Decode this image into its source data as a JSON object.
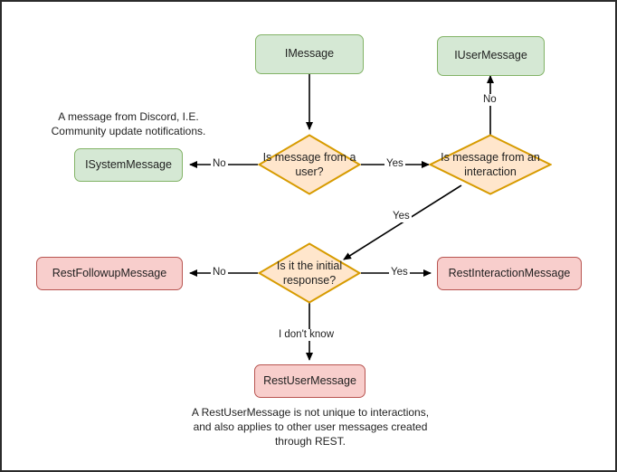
{
  "diagram": {
    "title": "Discord message type decision flowchart",
    "colors": {
      "green_fill": "#d5e8d4",
      "green_stroke": "#82b366",
      "pink_fill": "#f8cecc",
      "pink_stroke": "#b85450",
      "orange_fill": "#ffe6cc",
      "orange_stroke": "#d79b00",
      "edge_stroke": "#000000",
      "frame": "#2b2b2b"
    },
    "nodes": {
      "imessage": "IMessage",
      "iusermessage": "IUserMessage",
      "isystemmessage": "ISystemMessage",
      "restfollowupmessage": "RestFollowupMessage",
      "restinteractionmessage": "RestInteractionMessage",
      "restusermessage": "RestUserMessage"
    },
    "decisions": {
      "from_user": "Is message from a user?",
      "from_interaction": "Is message from an interaction",
      "initial_response": "Is it the initial response?"
    },
    "edge_labels": {
      "user_no": "No",
      "user_yes": "Yes",
      "interaction_no": "No",
      "interaction_yes": "Yes",
      "initial_no": "No",
      "initial_yes": "Yes",
      "dont_know": "I don't know"
    },
    "notes": {
      "system_note": "A message from Discord, I.E.\nCommunity update notifications.",
      "rest_user_note": "A RestUserMessage is not unique to interactions,\nand also applies to other user messages created\nthrough REST."
    }
  }
}
